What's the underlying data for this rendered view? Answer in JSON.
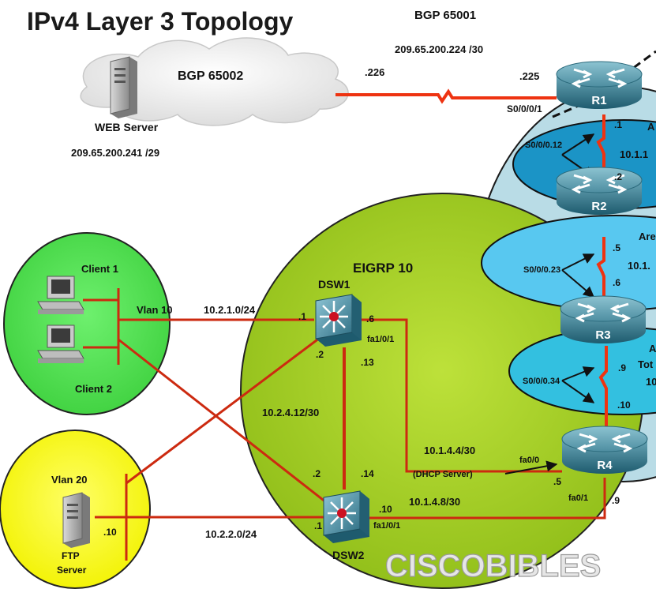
{
  "title": "IPv4 Layer 3 Topology",
  "bgp": {
    "as_local": "BGP 65001",
    "as_remote": "BGP 65002",
    "link_net": "209.65.200.224 /30",
    "r1_ip": ".225",
    "isp_ip": ".226",
    "r1_if": "S0/0/0/1"
  },
  "web": {
    "label": "WEB Server",
    "net": "209.65.200.241 /29"
  },
  "eigrp": {
    "label": "EIGRP 10"
  },
  "areas": {
    "a0_label": "A",
    "a0_net": "10.1.1",
    "a12_label": "Are",
    "a12_net": "10.1.",
    "a34_label": "A",
    "a34_sub": "Tot",
    "a34_net": "10"
  },
  "routers": {
    "r1": "R1",
    "r2": "R2",
    "r3": "R3",
    "r4": "R4"
  },
  "switches": {
    "dsw1": "DSW1",
    "dsw2": "DSW2"
  },
  "ospf_links": {
    "r1_r2_if": "S0/0/0.12",
    "r1_ip": ".1",
    "r2_ip_a": ".2",
    "r2_r3_if": "S0/0/0.23",
    "r2_ip_b": ".5",
    "r3_ip_a": ".6",
    "r3_r4_if": "S0/0/0.34",
    "r3_ip_b": ".9",
    "r4_ip": ".10"
  },
  "clients": {
    "client1": "Client 1",
    "client2": "Client 2",
    "vlan10": "Vlan 10",
    "vlan10_net": "10.2.1.0/24",
    "dsw1_vlan10_ip": ".1",
    "dsw2_vlan10_ip": ".2"
  },
  "ftp": {
    "vlan20": "Vlan 20",
    "label_line1": "FTP",
    "label_line2": "Server",
    "ip": ".10",
    "vlan20_net": "10.2.2.0/24",
    "dsw1_vlan20_ip": ".2",
    "dsw2_vlan20_ip": ".1"
  },
  "dsw_links": {
    "dsw1_r4_ip": ".6",
    "dsw1_r4_if": "fa1/0/1",
    "dsw1_r4_net": "10.1.4.4/30",
    "r4_dsw1_if": "fa0/0",
    "dsw1_dsw2_ip": ".13",
    "dsw1_dsw2_net": "10.2.4.12/30",
    "dsw2_dsw1_ip": ".14",
    "dsw2_r4_ip": ".10",
    "dsw2_r4_if": "fa1/0/1",
    "dsw2_r4_net": "10.1.4.8/30",
    "r4_dsw2_if": "fa0/1",
    "r4_dsw2_ip": ".9",
    "dhcp_label": "(DHCP Server)",
    "r4_dhcp_ip": ".5"
  },
  "watermark": "CISCOBIBLES"
}
